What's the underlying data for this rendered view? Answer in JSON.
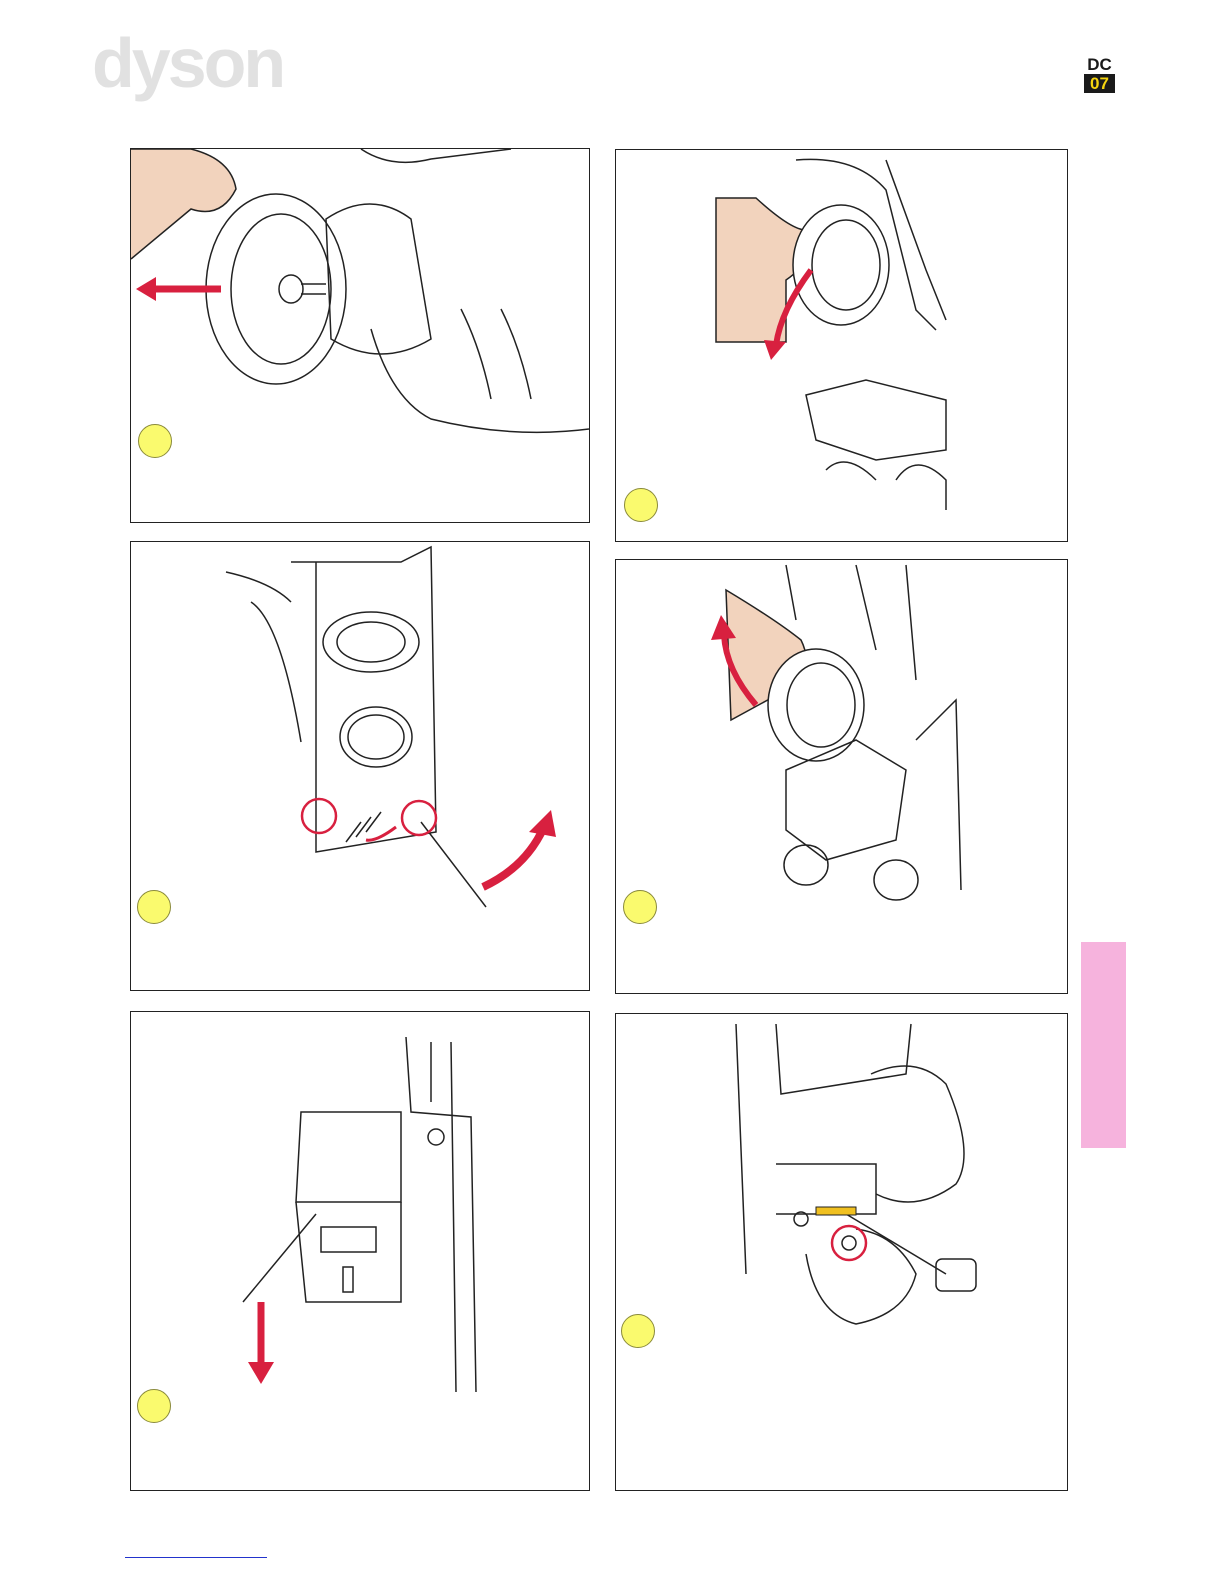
{
  "brand": {
    "logo_text": "dyson"
  },
  "model": {
    "line1": "DC",
    "line2": "07"
  },
  "colors": {
    "accent_red": "#d8203f",
    "step_marker_yellow": "#fafa6e",
    "side_tab_pink": "#f6b3dd",
    "logo_gray": "#e1e1e1"
  },
  "panels": [
    {
      "id": "panel-1",
      "illustration": "hand-pulling-wheel-off-axle",
      "arrow": "left"
    },
    {
      "id": "panel-2",
      "illustration": "hand-rotating-ring-seal",
      "arrow": "down-curve"
    },
    {
      "id": "panel-3",
      "illustration": "screwdriver-levering-spring-clips",
      "arrow": "up-curve"
    },
    {
      "id": "panel-4",
      "illustration": "hand-turning-ring-seal",
      "arrow": "up-curve"
    },
    {
      "id": "panel-5",
      "illustration": "screwdriver-releasing-cover",
      "arrow": "down"
    },
    {
      "id": "panel-6",
      "illustration": "screwdriver-removing-screw",
      "arrow": "none"
    }
  ]
}
